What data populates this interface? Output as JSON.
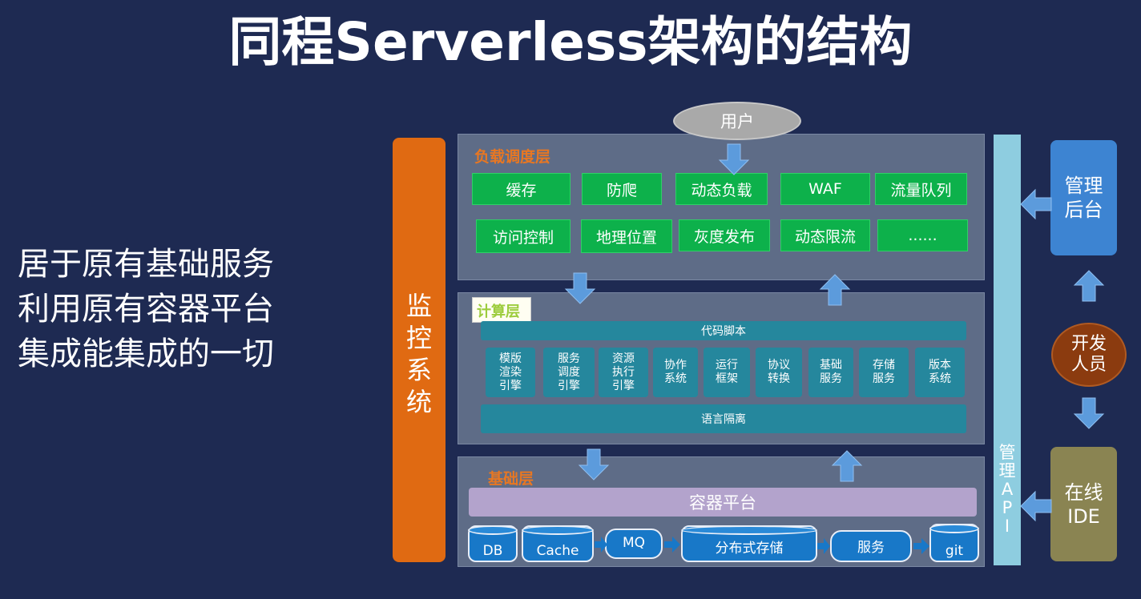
{
  "title": "同程Serverless架构的结构",
  "left_text": [
    "居于原有基础服务",
    "利用原有容器平台",
    "集成能集成的一切"
  ],
  "monitor": "监\n控\n系\n统",
  "user": "用户",
  "layers": {
    "load": {
      "title": "负载调度层",
      "row1": [
        "缓存",
        "防爬",
        "动态负载",
        "WAF",
        "流量队列"
      ],
      "row2": [
        "访问控制",
        "地理位置",
        "灰度发布",
        "动态限流",
        "......"
      ]
    },
    "compute": {
      "title": "计算层",
      "top_bar": "代码脚本",
      "modules": [
        "模版\n渲染\n引擎",
        "服务\n调度\n引擎",
        "资源\n执行\n引擎",
        "协作\n系统",
        "运行\n框架",
        "协议\n转换",
        "基础\n服务",
        "存储\n服务",
        "版本\n系统"
      ],
      "bottom_bar": "语言隔离"
    },
    "base": {
      "title": "基础层",
      "container": "容器平台",
      "items": [
        "DB",
        "Cache",
        "MQ",
        "分布式存储",
        "服务",
        "git"
      ]
    }
  },
  "api": "管\n理\nA\nP\nI",
  "admin": "管理\n后台",
  "developer": "开发\n人员",
  "ide": "在线\nIDE",
  "colors": {
    "background": "#1e2a52",
    "monitor": "#e06a12",
    "layer_title_orange": "#e87722",
    "compute_title": "#9ccc3c",
    "green_box": "#0db14b",
    "teal_box": "#25879d",
    "container": "#b3a3cc",
    "api_bar": "#8ecde0",
    "admin": "#3d84d2",
    "developer": "#8b3b0f",
    "ide": "#8a8452",
    "arrow": "#5c9bdc"
  }
}
